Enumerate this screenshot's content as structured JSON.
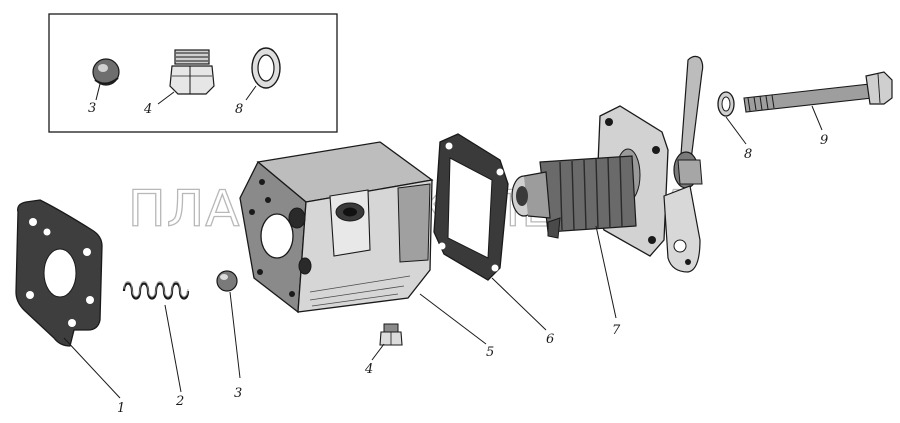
{
  "watermark": "ПЛАНЕТА ЖЕЛЕЗЯКА",
  "inset_box": {
    "callouts": [
      "3",
      "4",
      "8"
    ]
  },
  "callouts": {
    "gasket_left": "1",
    "spring": "2",
    "ball": "3",
    "plug": "4",
    "housing": "5",
    "gasket_right": "6",
    "valve_assembly": "7",
    "washer": "8",
    "bolt": "9"
  },
  "colors": {
    "ink": "#1a1a1a",
    "watermark": "#b8b8b8",
    "background": "#ffffff"
  }
}
